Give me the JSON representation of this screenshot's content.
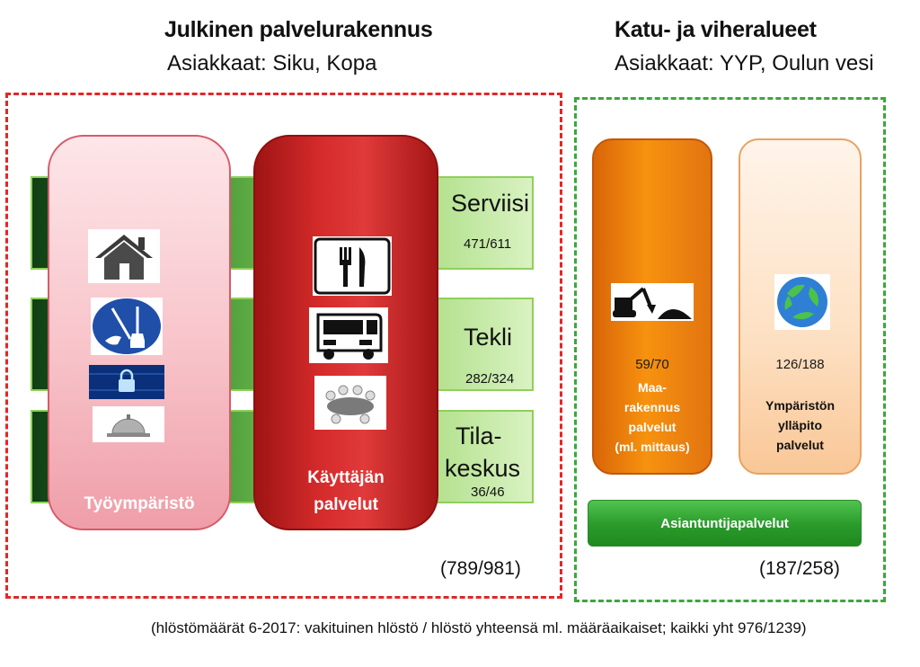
{
  "left_section": {
    "title": "Julkinen palvelurakennus",
    "subtitle": "Asiakkaat: Siku, Kopa",
    "pillars": {
      "tyoymparisto": "Työympäristö",
      "kayttajan_line1": "Käyttäjän",
      "kayttajan_line2": "palvelut"
    },
    "bands": [
      {
        "label": "Serviisi",
        "count": "471/611"
      },
      {
        "label": "Tekli",
        "count": "282/324"
      },
      {
        "label_line1": "Tila-",
        "label_line2": "keskus",
        "count": "36/46"
      }
    ],
    "total": "(789/981)",
    "icons": [
      "house-icon",
      "cleaning-icon",
      "lock-icon",
      "service-bell-icon",
      "cutlery-icon",
      "bus-icon",
      "meeting-icon"
    ]
  },
  "right_section": {
    "title": "Katu- ja viheralueet",
    "subtitle": "Asiakkaat: YYP, Oulun vesi",
    "columns": [
      {
        "count": "59/70",
        "lines": [
          "Maa-",
          "rakennus",
          "palvelut",
          "(ml. mittaus)"
        ]
      },
      {
        "count": "126/188",
        "lines": [
          "Ympäristön",
          "ylläpito",
          "palvelut"
        ]
      }
    ],
    "expert_bar": "Asiantuntijapalvelut",
    "total": "(187/258)",
    "icons": [
      "excavator-icon",
      "recycle-icon"
    ]
  },
  "footnote": "(hlöstömäärät 6-2017: vakituinen hlöstö / hlöstö yhteensä ml. määräaikaiset; kaikki yht 976/1239)",
  "colors": {
    "red_dash": "#e32626",
    "green_dash": "#3aa83a",
    "red_pillar": "#d42a2a",
    "pink_pillar": "#f7c3c9",
    "orange_pillar": "#f7920f",
    "peach_pillar": "#fde0c2",
    "green_bar": "#2a9a2a"
  }
}
